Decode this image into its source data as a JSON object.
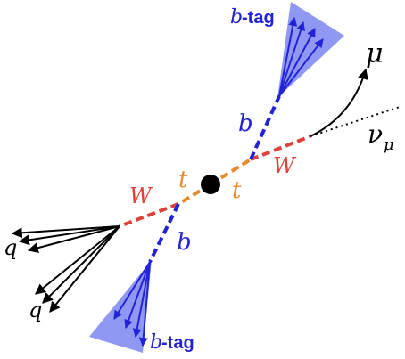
{
  "diagram": {
    "colors": {
      "top": "#e8892c",
      "w": "#e0403a",
      "b": "#2323d6",
      "cone": "#7b86f0",
      "arrow": "#000000",
      "vertex": "#000000"
    },
    "labels": {
      "t_left": "t",
      "t_right": "t",
      "w_left": "W",
      "w_right": "W",
      "b_upper": "b",
      "b_lower": "b",
      "btag_upper_b": "b",
      "btag_upper_tag": "-tag",
      "btag_lower_b": "b",
      "btag_lower_tag": "-tag",
      "muon": "μ",
      "neutrino": "ν",
      "neutrino_sub": "μ",
      "quark_upper": "q",
      "quark_lower": "q"
    },
    "icons": {
      "vertex": "filled-circle",
      "jet": "cone-with-arrows"
    }
  }
}
